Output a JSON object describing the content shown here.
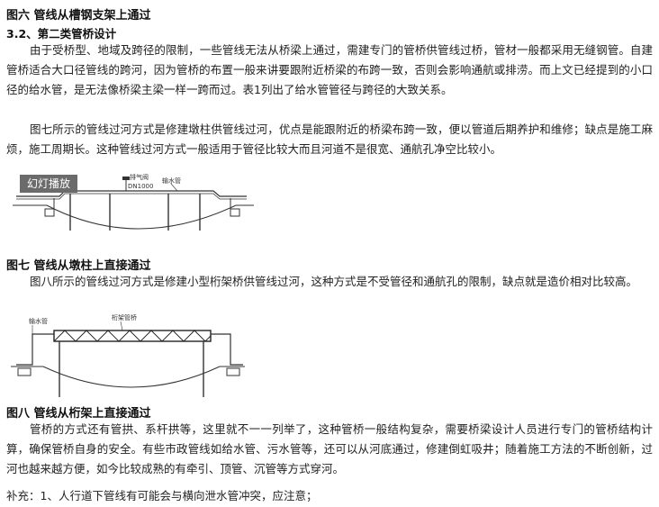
{
  "captions": {
    "fig6": "图六  管线从槽钢支架上通过",
    "fig7": "图七  管线从墩柱上直接通过",
    "fig8": "图八  管线从桁架上直接通过"
  },
  "section_title": "3.2、第二类管桥设计",
  "paragraphs": {
    "p1": "由于受桥型、地域及跨径的限制，一些管线无法从桥梁上通过，需建专门的管桥供管线过桥，管材一般都采用无缝钢管。自建管桥适合大口径管线的跨河，因为管桥的布置一般来讲要跟附近桥梁的布跨一致，否则会影响通航或排涝。而上文已经提到的小口径的给水管，是无法像桥梁主梁一样一跨而过。表1列出了给水管管径与跨径的大致关系。",
    "p2": "图七所示的管线过河方式是修建墩柱供管线过河，优点是能跟附近的桥梁布跨一致，便以管道后期养护和维修；缺点是施工麻烦，施工周期长。这种管线过河方式一般适用于管径比较大而且河道不是很宽、通航孔净空比较小。",
    "p3": "图八所示的管线过河方式是修建小型桁架桥供管线过河，这种方式是不受管径和通航孔的限制，缺点就是造价相对比较高。",
    "p4": "管桥的方式还有管拱、系杆拱等，这里就不一一列举了，这种管桥一般结构复杂，需要桥梁设计人员进行专门的管桥结构计算，确保管桥自身的安全。有些市政管线如给水管、污水管等，还可以从河底通过，修建倒虹吸井；随着施工方法的不断创新，过河也越来越方便，如今比较成熟的有牵引、顶管、沉管等方式穿河。"
  },
  "slide_button": "幻灯播放",
  "fig7_labels": {
    "exhaust_valve": "排气阀",
    "pipe_size": "DN1000",
    "water_pipe": "输水管"
  },
  "fig8_labels": {
    "water_pipe": "输水管",
    "truss_bridge": "桁架管桥"
  },
  "supplement": "补充：1、人行道下管线有可能会与横向泄水管冲突，应注意；"
}
